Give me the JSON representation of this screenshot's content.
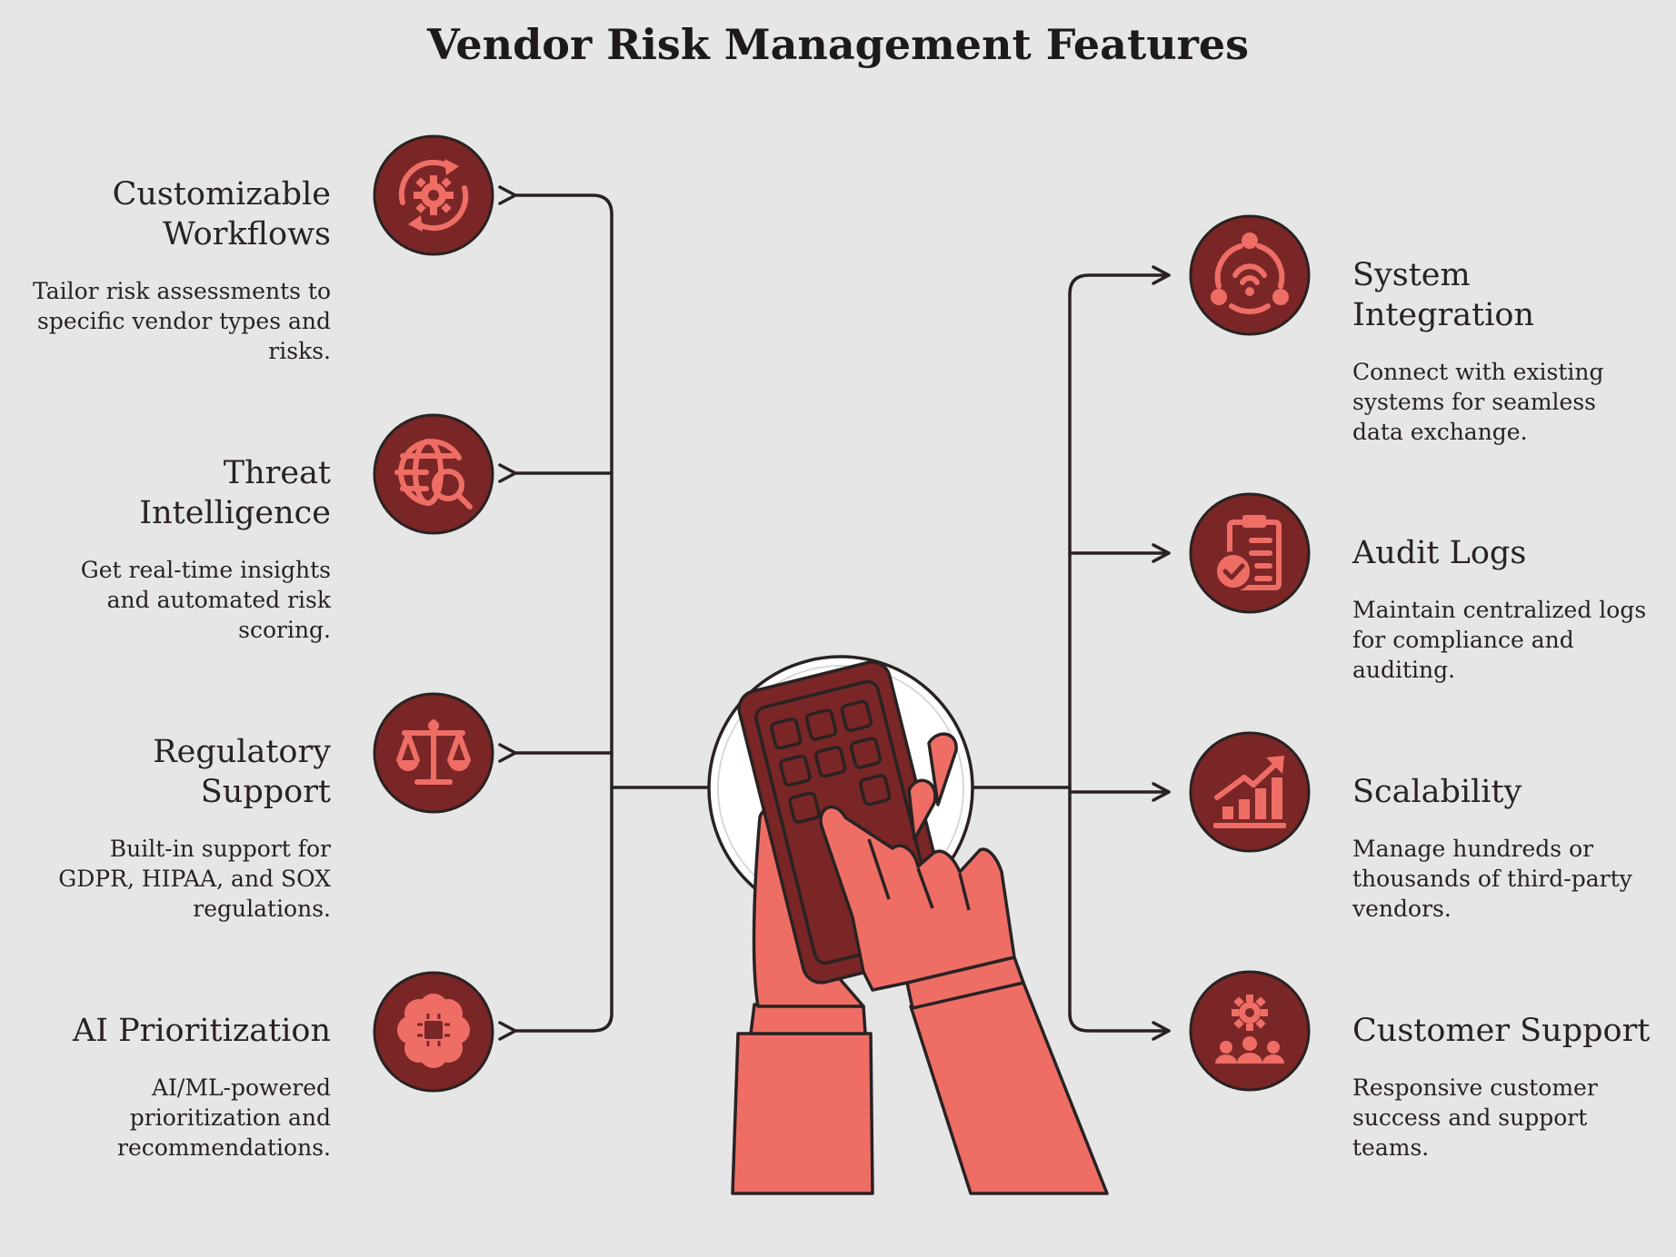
{
  "title": "Vendor Risk Management Features",
  "colors": {
    "icon_fill": "#7a2626",
    "icon_glyph": "#ee6e66",
    "line": "#2a2222",
    "background": "#e6e6e6",
    "hand": "#ee6e66",
    "phone": "#7a2626"
  },
  "left_features": [
    {
      "title_lines": [
        "Customizable",
        "Workflows"
      ],
      "description": "Tailor risk assessments to specific vendor types and risks.",
      "icon": "gear-cycle-icon"
    },
    {
      "title_lines": [
        "Threat",
        "Intelligence"
      ],
      "description": "Get real-time insights and automated risk scoring.",
      "icon": "globe-search-icon"
    },
    {
      "title_lines": [
        "Regulatory",
        "Support"
      ],
      "description": "Built-in support for GDPR, HIPAA, and SOX regulations.",
      "icon": "scales-icon"
    },
    {
      "title_lines": [
        "AI Prioritization"
      ],
      "description": "AI/ML-powered prioritization and recommendations.",
      "icon": "ai-brain-chip-icon"
    }
  ],
  "right_features": [
    {
      "title_lines": [
        "System",
        "Integration"
      ],
      "description": "Connect with existing systems for seamless data exchange.",
      "icon": "network-integration-icon"
    },
    {
      "title_lines": [
        "Audit Logs"
      ],
      "description": "Maintain centralized logs for compliance and auditing.",
      "icon": "clipboard-check-icon"
    },
    {
      "title_lines": [
        "Scalability"
      ],
      "description": "Manage hundreds or thousands of third-party vendors.",
      "icon": "growth-chart-icon"
    },
    {
      "title_lines": [
        "Customer Support"
      ],
      "description": "Responsive customer success and support teams.",
      "icon": "support-team-icon"
    }
  ],
  "center": {
    "icon": "hands-holding-phone-icon"
  }
}
